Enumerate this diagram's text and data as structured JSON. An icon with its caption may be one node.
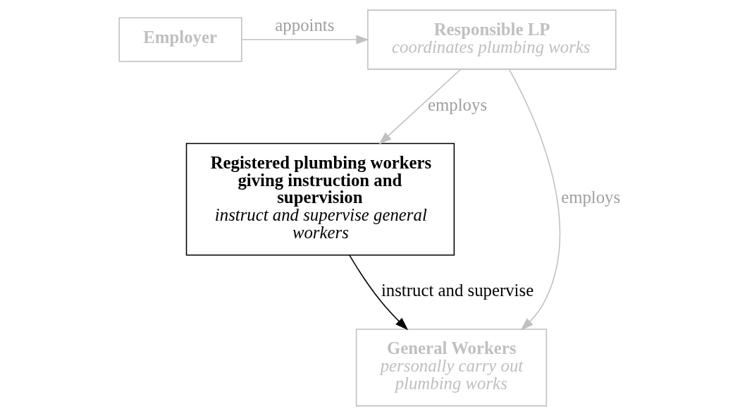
{
  "diagram": {
    "nodes": [
      {
        "text": [
          "Employer"
        ]
      },
      {
        "text": [
          "Responsible LP",
          "coordinates plumbing works"
        ]
      },
      {
        "text": [
          "Registered plumbing workers giving instruction and supervision",
          "instruct and supervise general workers"
        ]
      },
      {
        "text": [
          "General Workers",
          "personally carry out plumbing works"
        ]
      }
    ],
    "edges": [
      {
        "from": 0,
        "to": 1,
        "arrow": "to",
        "label": "appoints"
      },
      {
        "from": 1,
        "to": 2,
        "arrow": "to",
        "label": "employs"
      },
      {
        "from": 1,
        "to": 3,
        "arrow": "to",
        "label": "employs"
      },
      {
        "from": 2,
        "to": 3,
        "arrow": "to",
        "label": "instruct and supervise",
        "color": "#000000"
      }
    ]
  }
}
